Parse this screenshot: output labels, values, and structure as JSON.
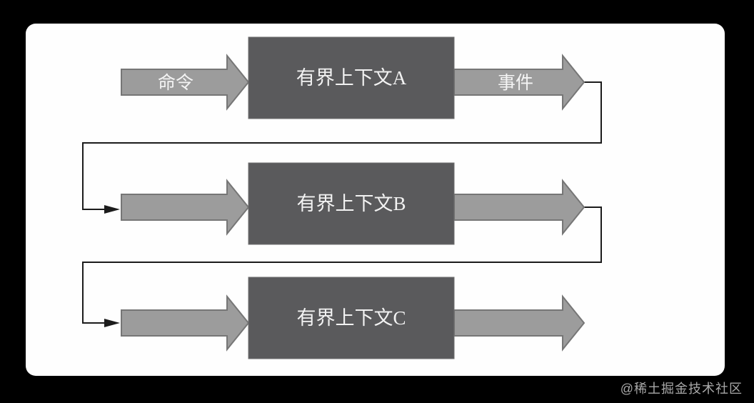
{
  "watermark": "@稀土掘金技术社区",
  "diagram": {
    "contexts": [
      {
        "label": "有界上下文A"
      },
      {
        "label": "有界上下文B"
      },
      {
        "label": "有界上下文C"
      }
    ],
    "arrow_labels": {
      "command": "命令",
      "event": "事件"
    },
    "colors": {
      "page_background": "#000000",
      "panel_background": "#fefefe",
      "box_fill": "#5a5a5c",
      "box_text": "#f2f2f2",
      "arrow_fill": "#9c9c9c",
      "arrow_stroke": "#767676",
      "connector_line": "#1c1c1c",
      "watermark_text": "#a9a9a9"
    }
  }
}
